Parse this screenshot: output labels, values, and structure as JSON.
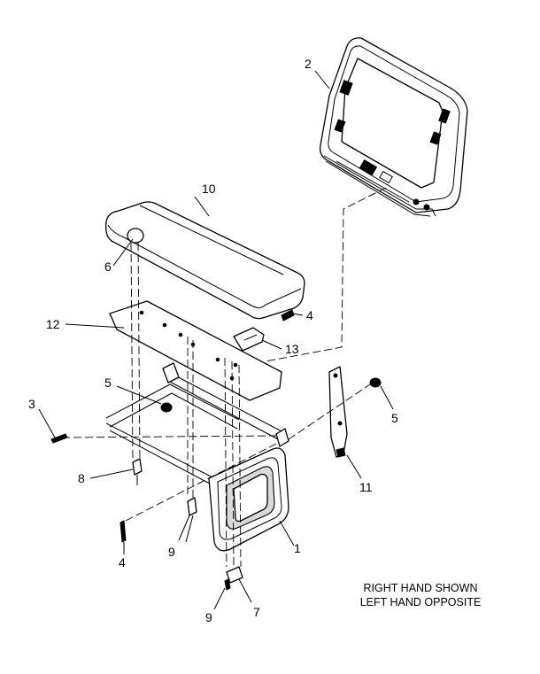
{
  "diagram": {
    "callouts": {
      "c1": "1",
      "c2": "2",
      "c3": "3",
      "c4a": "4",
      "c4b": "4",
      "c5a": "5",
      "c5b": "5",
      "c6": "6",
      "c7": "7",
      "c8": "8",
      "c9a": "9",
      "c9b": "9",
      "c10": "10",
      "c11": "11",
      "c12": "12",
      "c13": "13"
    },
    "note": {
      "line1": "RIGHT HAND SHOWN",
      "line2": "LEFT HAND OPPOSITE"
    }
  }
}
